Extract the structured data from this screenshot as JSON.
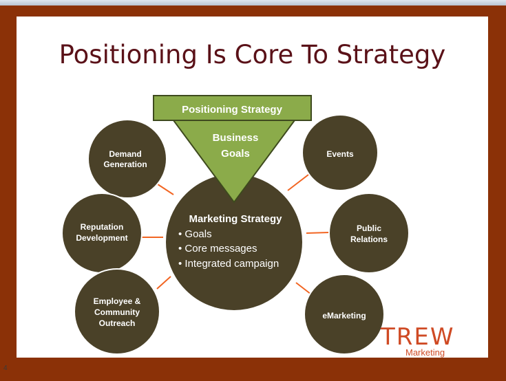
{
  "slide": {
    "title": "Positioning Is Core To Strategy",
    "page_number": "4"
  },
  "diagram": {
    "banner_label": "Positioning Strategy",
    "triangle_label": [
      "Business",
      "Goals"
    ],
    "center": {
      "title": "Marketing Strategy",
      "bullets": [
        "Goals",
        "Core messages",
        "Integrated campaign"
      ]
    },
    "satellites": {
      "demand_generation": [
        "Demand",
        "Generation"
      ],
      "reputation_development": [
        "Reputation",
        "Development"
      ],
      "employee_community_outreach": [
        "Employee &",
        "Community",
        "Outreach"
      ],
      "events": [
        "Events"
      ],
      "public_relations": [
        "Public",
        "Relations"
      ],
      "emarketing": [
        "eMarketing"
      ]
    }
  },
  "logo": {
    "main": "TREW",
    "sub": "Marketing"
  },
  "colors": {
    "frame": "#8b3107",
    "title": "#5a1118",
    "circle_fill": "#4a4128",
    "circle_stroke": "#ffffff",
    "green": "#8bab4a",
    "green_dark": "#3e4a1e",
    "connector": "#f26522",
    "logo": "#cf4a24"
  }
}
